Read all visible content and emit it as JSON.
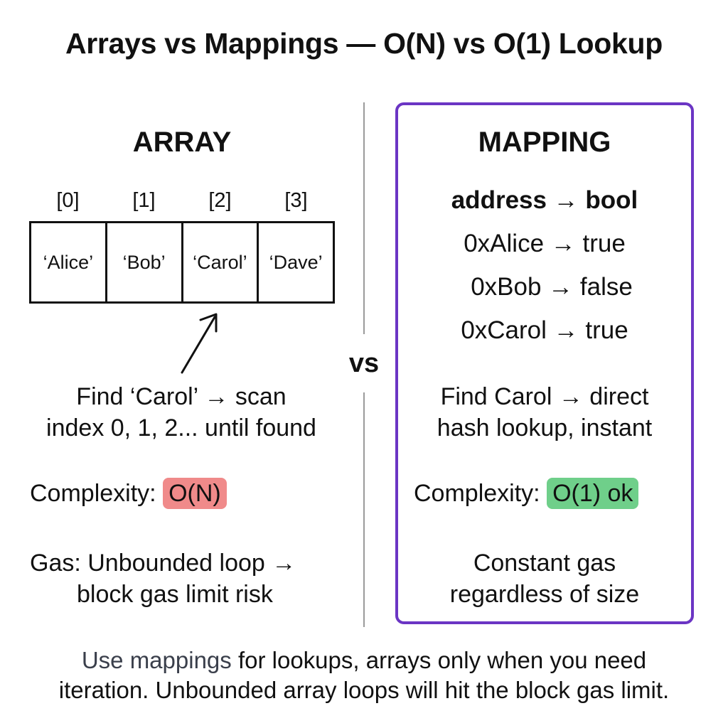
{
  "title": "Arrays vs Mappings — O(N) vs O(1) Lookup",
  "vs_label": "vs",
  "array": {
    "heading": "ARRAY",
    "indices": [
      "[0]",
      "[1]",
      "[2]",
      "[3]"
    ],
    "cells": [
      "‘Alice’",
      "‘Bob’",
      "‘Carol’",
      "‘Dave’"
    ],
    "find_line1": "Find ‘Carol’ → scan",
    "find_line2": "index 0, 1, 2... until found",
    "complexity_label": "Complexity:",
    "complexity_value": "O(N)",
    "gas_line1": "Gas: Unbounded loop →",
    "gas_line2": "block gas limit risk"
  },
  "mapping": {
    "heading": "MAPPING",
    "type_line": "address → bool",
    "entries": [
      "0xAlice → true",
      "0xBob → false",
      "0xCarol → true"
    ],
    "find_line1": "Find Carol → direct",
    "find_line2": "hash lookup, instant",
    "complexity_label": "Complexity:",
    "complexity_value": "O(1) ok",
    "gas_line1": "Constant gas",
    "gas_line2": "regardless of size"
  },
  "footer": {
    "highlight": "Use mappings",
    "line1_rest": " for lookups, arrays only when you need",
    "line2": "iteration. Unbounded array loops will hit the block gas limit."
  },
  "colors": {
    "mapping_border": "#6b35c4",
    "badge_on": "#f08a8a",
    "badge_o1": "#6fcf8a"
  }
}
